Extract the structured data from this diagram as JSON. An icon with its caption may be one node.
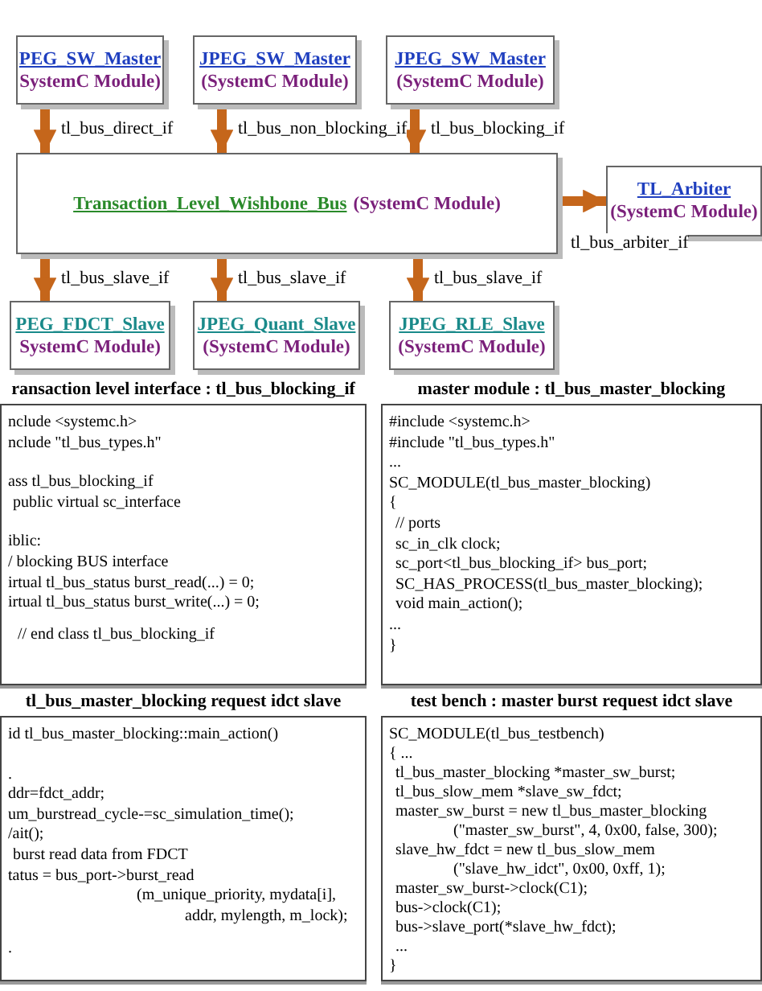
{
  "diagram": {
    "nodes": [
      {
        "text": [
          "PEG_SW_Master",
          "SystemC Module)"
        ]
      },
      {
        "text": [
          "JPEG_SW_Master",
          "(SystemC Module)"
        ]
      },
      {
        "text": [
          "JPEG_SW_Master",
          "(SystemC Module)"
        ]
      },
      {
        "text": [
          "Transaction_Level_Wishbone_Bus",
          "(SystemC Module)"
        ]
      },
      {
        "text": [
          "TL_Arbiter",
          "(SystemC Module)"
        ]
      },
      {
        "text": [
          "PEG_FDCT_Slave",
          "SystemC Module)"
        ]
      },
      {
        "text": [
          "JPEG_Quant_Slave",
          "(SystemC Module)"
        ]
      },
      {
        "text": [
          "JPEG_RLE_Slave",
          "(SystemC Module)"
        ]
      },
      {
        "text": [
          "ransaction level interface : tl_bus_blocking_if",
          "nclude <systemc.h>",
          "nclude \"tl_bus_types.h\"",
          "ass tl_bus_blocking_if",
          "public virtual sc_interface",
          "iblic:",
          "/ blocking BUS interface",
          "irtual tl_bus_status burst_read(...) = 0;",
          "irtual tl_bus_status burst_write(...) = 0;",
          "// end class tl_bus_blocking_if"
        ]
      },
      {
        "text": [
          "master module : tl_bus_master_blocking",
          "#include <systemc.h>",
          "#include \"tl_bus_types.h\"",
          "...",
          "SC_MODULE(tl_bus_master_blocking)",
          "{",
          "// ports",
          "sc_in_clk clock;",
          "sc_port<tl_bus_blocking_if> bus_port;",
          "SC_HAS_PROCESS(tl_bus_master_blocking);",
          "void main_action();",
          "...",
          "}"
        ]
      },
      {
        "text": [
          "tl_bus_master_blocking request idct slave",
          "id tl_bus_master_blocking::main_action()",
          ".",
          "ddr=fdct_addr;",
          "um_burstread_cycle-=sc_simulation_time();",
          "/ait();",
          "burst read data from FDCT",
          "tatus = bus_port->burst_read",
          "(m_unique_priority, mydata[i],",
          "addr, mylength, m_lock);",
          "."
        ]
      },
      {
        "text": [
          "test bench : master burst request idct slave",
          "SC_MODULE(tl_bus_testbench)",
          "{ ...",
          "tl_bus_master_blocking *master_sw_burst;",
          "tl_bus_slow_mem *slave_sw_fdct;",
          "master_sw_burst = new tl_bus_master_blocking",
          "(\"master_sw_burst\", 4, 0x00, false, 300);",
          "slave_hw_fdct = new tl_bus_slow_mem",
          "(\"slave_hw_idct\", 0x00, 0xff, 1);",
          "master_sw_burst->clock(C1);",
          "bus->clock(C1);",
          "bus->slave_port(*slave_hw_fdct);",
          "...",
          "}"
        ]
      }
    ],
    "edges": [
      {
        "from": 0,
        "to": 3,
        "arrow": "to",
        "label": "tl_bus_direct_if"
      },
      {
        "from": 1,
        "to": 3,
        "arrow": "to",
        "label": "tl_bus_non_blocking_if"
      },
      {
        "from": 2,
        "to": 3,
        "arrow": "to",
        "label": "tl_bus_blocking_if"
      },
      {
        "from": 3,
        "to": 4,
        "arrow": "to",
        "label": "tl_bus_arbiter_if"
      },
      {
        "from": 3,
        "to": 5,
        "arrow": "to",
        "label": "tl_bus_slave_if"
      },
      {
        "from": 3,
        "to": 6,
        "arrow": "to",
        "label": "tl_bus_slave_if"
      },
      {
        "from": 3,
        "to": 7,
        "arrow": "to",
        "label": "tl_bus_slave_if"
      }
    ]
  }
}
